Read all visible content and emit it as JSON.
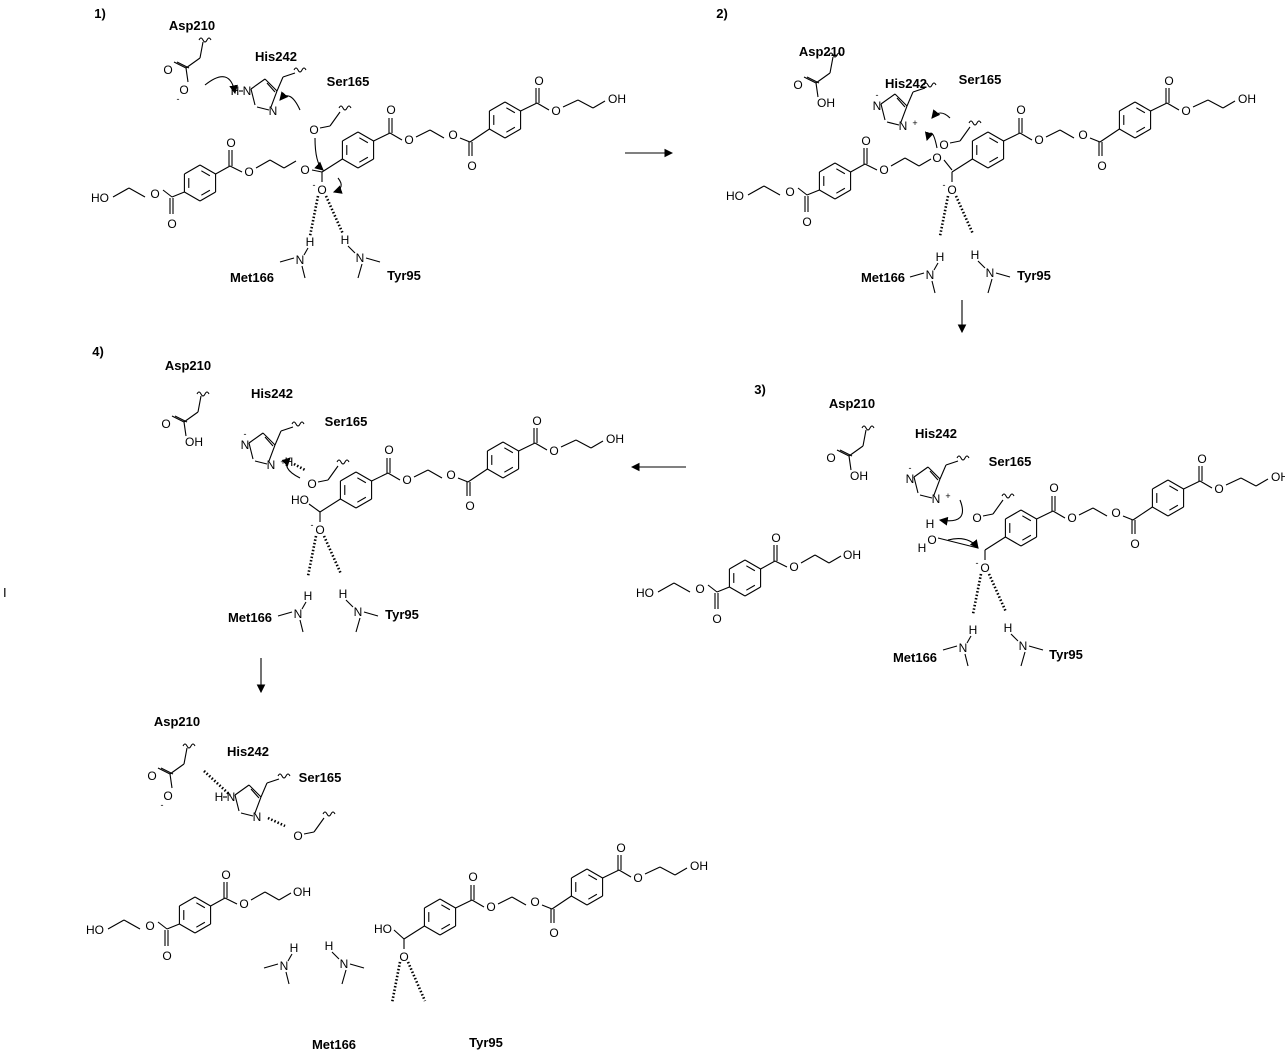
{
  "panels": [
    {
      "number": "1)",
      "labels": {
        "asp": "Asp210",
        "his": "His242",
        "ser": "Ser165",
        "met": "Met166",
        "tyr": "Tyr95"
      }
    },
    {
      "number": "2)",
      "labels": {
        "asp": "Asp210",
        "his": "His242",
        "ser": "Ser165",
        "met": "Met166",
        "tyr": "Tyr95"
      }
    },
    {
      "number": "3)",
      "labels": {
        "asp": "Asp210",
        "his": "His242",
        "ser": "Ser165",
        "met": "Met166",
        "tyr": "Tyr95"
      }
    },
    {
      "number": "4)",
      "labels": {
        "asp": "Asp210",
        "his": "His242",
        "ser": "Ser165",
        "met": "Met166",
        "tyr": "Tyr95"
      }
    },
    {
      "number": "",
      "labels": {
        "asp": "Asp210",
        "his": "His242",
        "ser": "Ser165",
        "met": "Met166",
        "tyr": "Tyr95"
      }
    }
  ],
  "atoms": {
    "O": "O",
    "H": "H",
    "N": "N",
    "HO": "HO",
    "OH": "OH",
    "minus": "-",
    "plus": "+"
  },
  "stray_mark": "I"
}
